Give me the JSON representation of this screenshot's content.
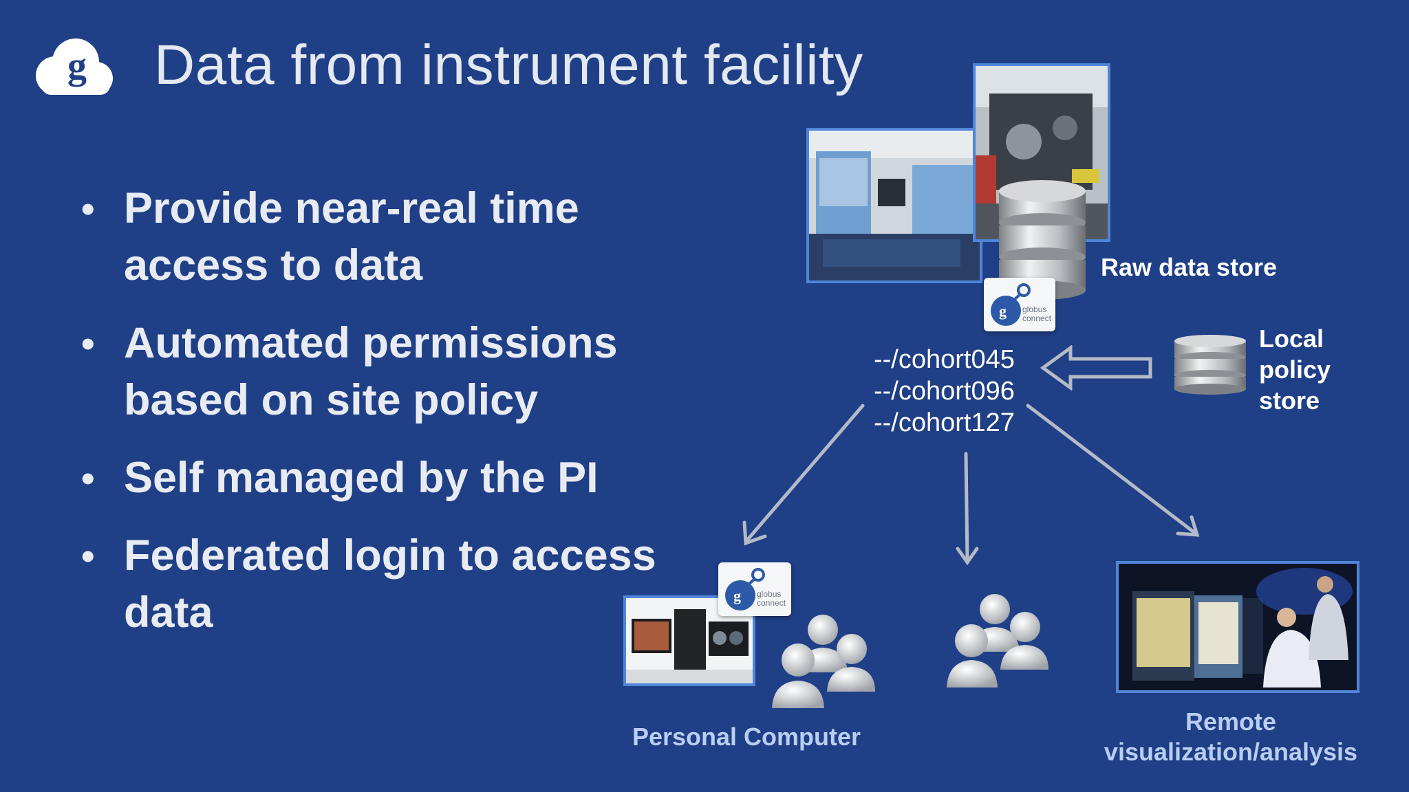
{
  "slide": {
    "title": "Data from instrument facility",
    "bullets": [
      "Provide near-real time access to data",
      "Automated permissions based on site policy",
      "Self managed by the PI",
      "Federated login to access data"
    ]
  },
  "diagram": {
    "raw_store_label": "Raw data store",
    "policy_store_label": "Local policy store",
    "paths": [
      "--/cohort045",
      "--/cohort096",
      "--/cohort127"
    ],
    "personal_label": "Personal Computer",
    "remote_label": "Remote visualization/analysis",
    "badge_text_line1": "globus",
    "badge_text_line2": "connect",
    "logo_letter": "g"
  },
  "colors": {
    "background": "#1f3f86",
    "photo_border": "#4f86d9",
    "arrow": "#b4bac6",
    "caption_blue": "#b9cef2"
  }
}
